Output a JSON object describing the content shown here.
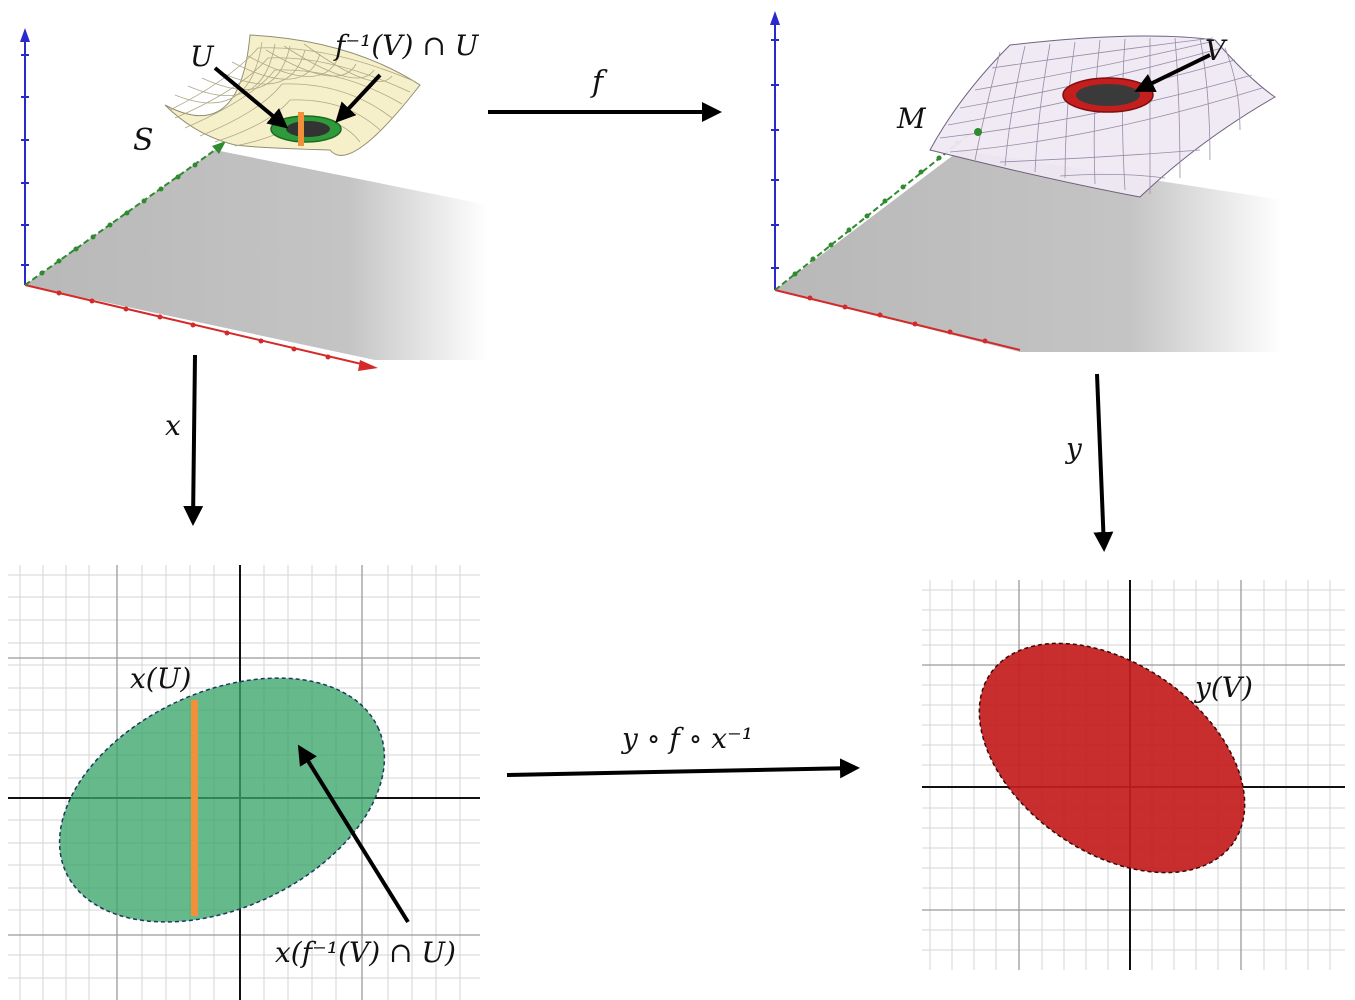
{
  "labels": {
    "S": "S",
    "U": "U",
    "preimage": "f⁻¹(V) ∩ U",
    "f": "f",
    "M": "M",
    "V": "V",
    "x": "x",
    "y": "y",
    "xU": "x(U)",
    "x_preimage": "x(f⁻¹(V) ∩ U)",
    "composite": "y ∘ f ∘ x⁻¹",
    "yV": "y(V)"
  },
  "colors": {
    "x_axis": "#d42a2a",
    "y_axis": "#2e8b2e",
    "z_axis": "#2a2acc",
    "surface_S": "#f5efc8",
    "surface_M": "#efe9f3",
    "green_region": "#3aa56a",
    "red_region": "#c41e1e",
    "orange_segment": "#f0913a",
    "grid_minor": "#d6d6d6",
    "grid_major": "#9a9a9a"
  }
}
